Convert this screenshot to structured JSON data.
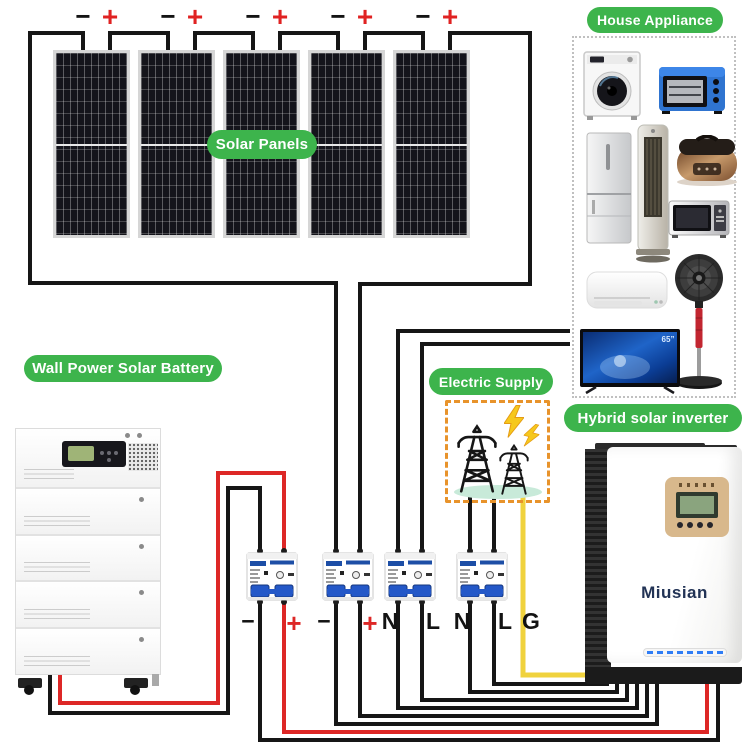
{
  "pills": {
    "solar_panels": "Solar Panels",
    "house_appliance": "House Appliance",
    "wall_battery": "Wall Power Solar Battery",
    "electric_supply": "Electric Supply",
    "hybrid_inverter": "Hybrid solar inverter"
  },
  "polarity": {
    "minus": "−",
    "plus": "+"
  },
  "breakers": {
    "b1": {
      "left": "−",
      "right": "+"
    },
    "b2": {
      "left": "−",
      "right": "+"
    },
    "b3": {
      "left": "N",
      "right": "L"
    },
    "b4": {
      "left": "N",
      "right": "L"
    },
    "ground_label": "G"
  },
  "inverter": {
    "brand": "Miusian"
  },
  "tv": {
    "size_label": "65”"
  },
  "icons": {
    "appliances": [
      "washing-machine",
      "toaster-oven",
      "refrigerator",
      "floor-standing-ac",
      "rice-cooker",
      "microwave-oven",
      "wall-ac",
      "stand-fan",
      "television"
    ],
    "electric_supply": [
      "power-pylon",
      "lightning-bolt"
    ]
  },
  "colors": {
    "label_green": "#3db44c",
    "wire_black": "#161616",
    "wire_red": "#dd2726",
    "wire_yellow": "#f0d23d",
    "supply_box_border": "#e8932b",
    "breaker_blue": "#2458c8",
    "panel_cell": "#14141b"
  }
}
